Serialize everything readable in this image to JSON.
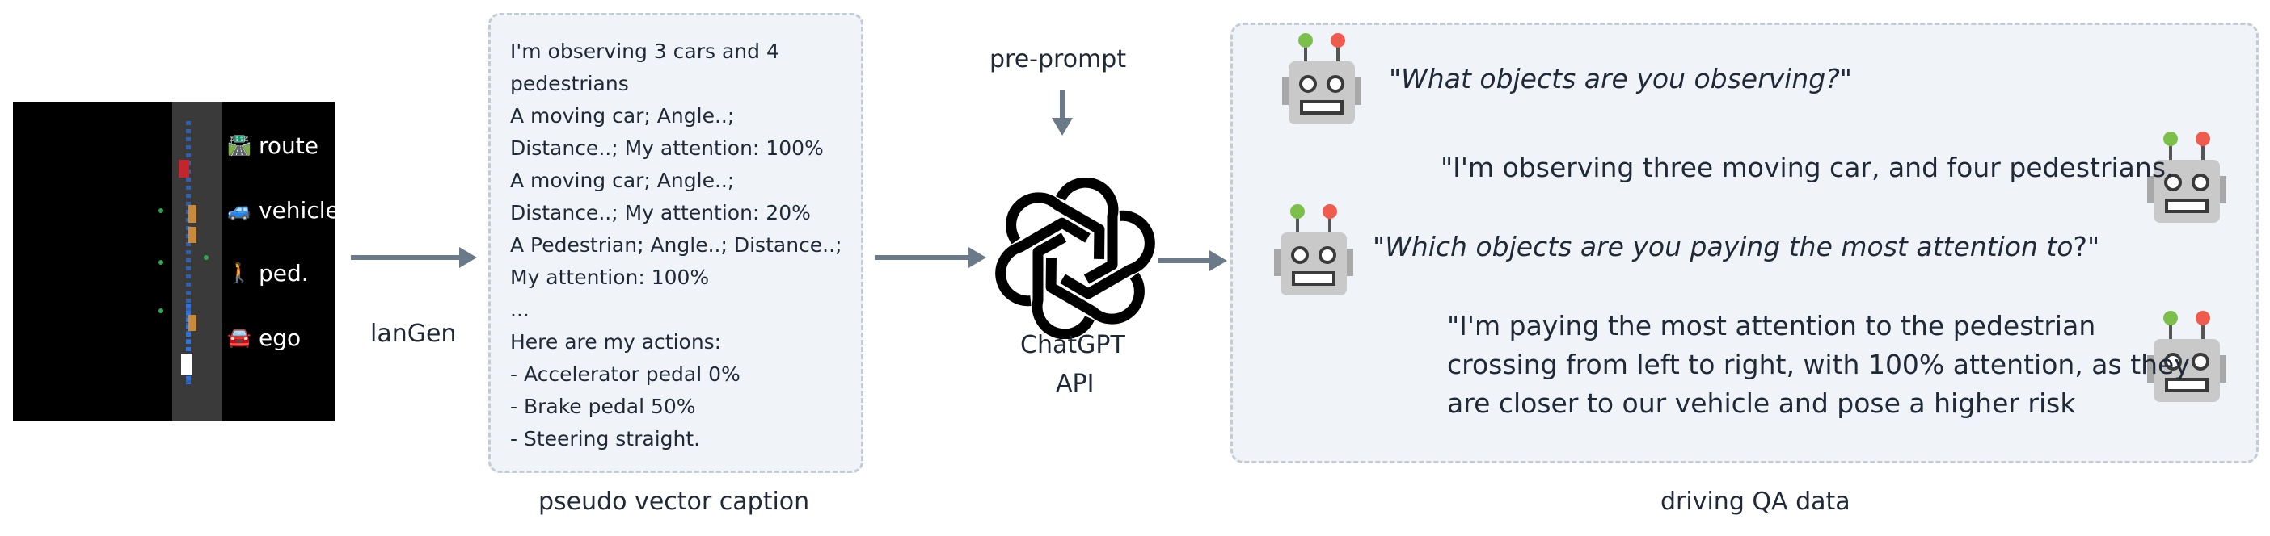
{
  "map_legend": {
    "route": {
      "icon": "🛣️",
      "label": "route"
    },
    "vehicle": {
      "icon": "🚙",
      "label": "vehicle"
    },
    "ped": {
      "icon": "🚶",
      "label": "ped."
    },
    "ego": {
      "icon": "🚘",
      "label": "ego"
    }
  },
  "labels": {
    "langen": "lanGen",
    "pre_prompt": "pre-prompt",
    "chatgpt_line1": "ChatGPT",
    "chatgpt_line2": "API",
    "pseudo_caption": "pseudo vector caption",
    "driving_qa": "driving QA data"
  },
  "caption_lines": [
    "I'm observing 3 cars and 4",
    "pedestrians",
    "A moving car; Angle..;",
    "Distance..; My attention: 100%",
    "A moving car; Angle..;",
    "Distance..; My attention: 20%",
    "A Pedestrian; Angle..; Distance..;",
    "My attention: 100%",
    "...",
    "Here are my actions:",
    "- Accelerator pedal 0%",
    "- Brake pedal 50%",
    "- Steering straight."
  ],
  "qa": {
    "q1": "\"What objects are you observing?\"",
    "a1": "\"I'm observing three moving car, and four pedestrians.",
    "q2_open": "\"",
    "q2_italic": "Which objects are you paying the most attention to",
    "q2_close": "?\"",
    "a2_lines": [
      "\"I'm paying the most attention to the pedestrian",
      "crossing from left to right, with 100% attention, as they",
      "are closer to our vehicle and pose a higher risk"
    ]
  },
  "colors": {
    "arrow": "#6b7a89",
    "box_fill": "#f0f4f8",
    "box_border": "#c3cbd4",
    "robot_antenna_left": "#7cc04b",
    "robot_antenna_right": "#ef5b4c",
    "robot_body": "#c9c9c9"
  }
}
